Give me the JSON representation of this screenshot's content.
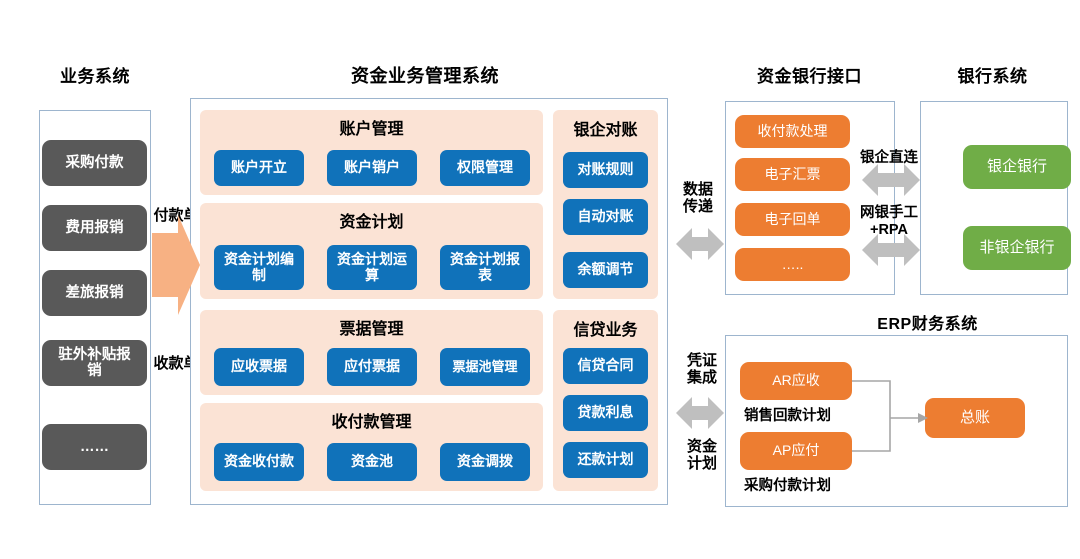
{
  "colors": {
    "blue_chip": "#1072BA",
    "orange_chip": "#ED7D31",
    "green_chip": "#70AD47",
    "gray_chip": "#595959",
    "group_bg": "#FBE3D5",
    "panel_border": "#9DB5CE",
    "big_arrow": "#F7B183",
    "double_arrow": "#BFBFBF",
    "connector_line": "#A6A6A6"
  },
  "business_system": {
    "title": "业务系统",
    "items": [
      {
        "label": "采购付款"
      },
      {
        "label": "费用报销"
      },
      {
        "label": "差旅报销"
      },
      {
        "label": "驻外补贴报销"
      },
      {
        "label": "……"
      }
    ]
  },
  "flow_arrow": {
    "top_label": "付款单",
    "bottom_label": "收款单"
  },
  "treasury_system": {
    "title": "资金业务管理系统",
    "left_groups": [
      {
        "title": "账户管理",
        "items": [
          "账户开立",
          "账户销户",
          "权限管理"
        ]
      },
      {
        "title": "资金计划",
        "items": [
          "资金计划编制",
          "资金计划运算",
          "资金计划报表"
        ]
      },
      {
        "title": "票据管理",
        "items": [
          "应收票据",
          "应付票据",
          "票据池管理"
        ]
      },
      {
        "title": "收付款管理",
        "items": [
          "资金收付款",
          "资金池",
          "资金调拨"
        ]
      }
    ],
    "right_groups": [
      {
        "title": "银企对账",
        "items": [
          "对账规则",
          "自动对账",
          "余额调节"
        ]
      },
      {
        "title": "信贷业务",
        "items": [
          "信贷合同",
          "贷款利息",
          "还款计划"
        ]
      }
    ]
  },
  "bank_interface": {
    "title": "资金银行接口",
    "items": [
      "收付款处理",
      "电子汇票",
      "电子回单",
      "….."
    ],
    "link_label": "数据\n传递"
  },
  "bank_system": {
    "title": "银行系统",
    "items": [
      "银企银行",
      "非银企银行"
    ],
    "link_labels": [
      "银企直连",
      "网银手工\n+RPA"
    ]
  },
  "erp_system": {
    "title": "ERP财务系统",
    "items": [
      "AR应收",
      "AP应付",
      "总账"
    ],
    "captions": [
      "销售回款计划",
      "采购付款计划"
    ],
    "link_labels": [
      "凭证\n集成",
      "资金\n计划"
    ]
  }
}
